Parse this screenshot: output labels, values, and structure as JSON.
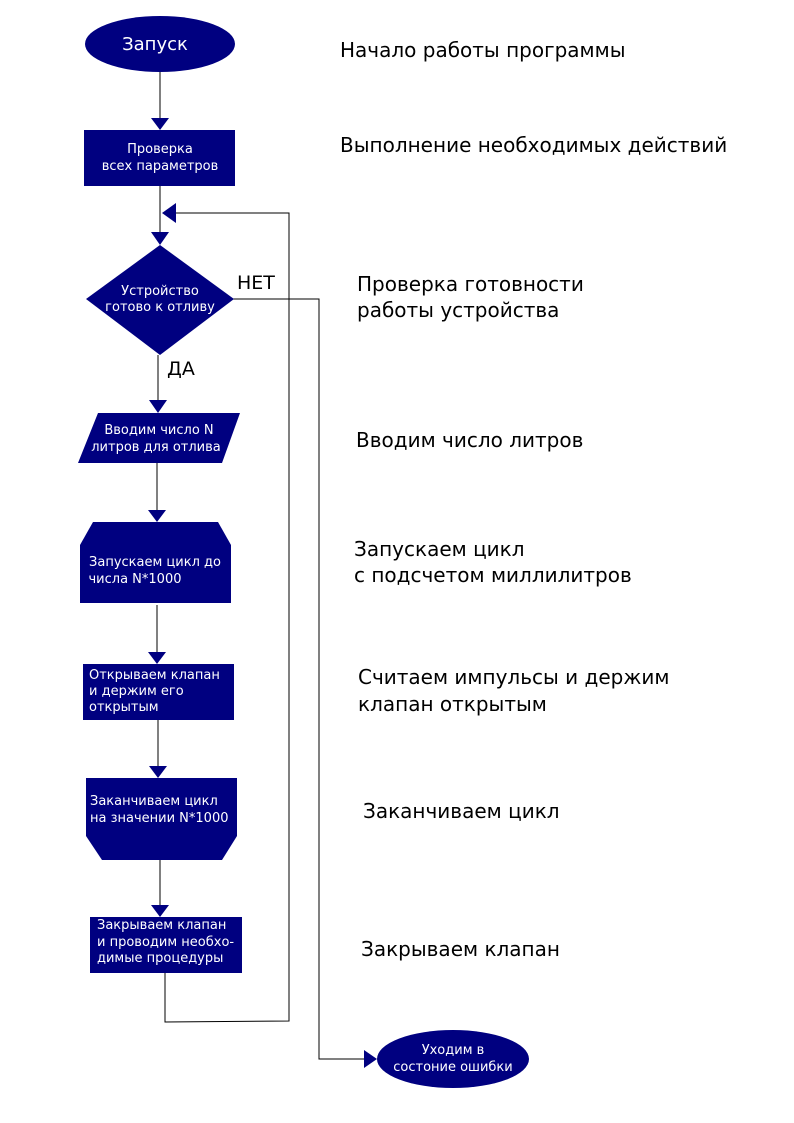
{
  "colors": {
    "shape_fill": "#000080",
    "shape_text": "#ffffff",
    "line": "#000000"
  },
  "flowchart": {
    "start": "Запуск",
    "check_params": [
      "Проверка",
      "всех параметров"
    ],
    "decision": [
      "Устройство",
      "готово к отливу"
    ],
    "label_no": "НЕТ",
    "label_yes": "ДА",
    "input_liters": [
      "Вводим число N",
      "литров для отлива"
    ],
    "loop_start": [
      "Запускаем цикл до",
      "числа N*1000"
    ],
    "open_valve": [
      "Открываем клапан",
      "и держим его",
      "открытым"
    ],
    "loop_end": [
      "Заканчиваем цикл",
      "на значении N*1000"
    ],
    "close_valve": [
      "Закрываем клапан",
      "и проводим необхо-",
      "димые процедуры"
    ],
    "error_state": [
      "Уходим в",
      "состоние ошибки"
    ]
  },
  "descriptions": {
    "start": "Начало работы программы",
    "check_params": "Выполнение необходимых действий",
    "decision": [
      "Проверка готовности",
      "работы устройства"
    ],
    "input_liters": "Вводим число литров",
    "loop_start": [
      "Запускаем цикл",
      "с подсчетом миллилитров"
    ],
    "open_valve": [
      "Считаем импульсы и держим",
      "клапан открытым"
    ],
    "loop_end": "Заканчиваем цикл",
    "close_valve": "Закрываем клапан"
  }
}
